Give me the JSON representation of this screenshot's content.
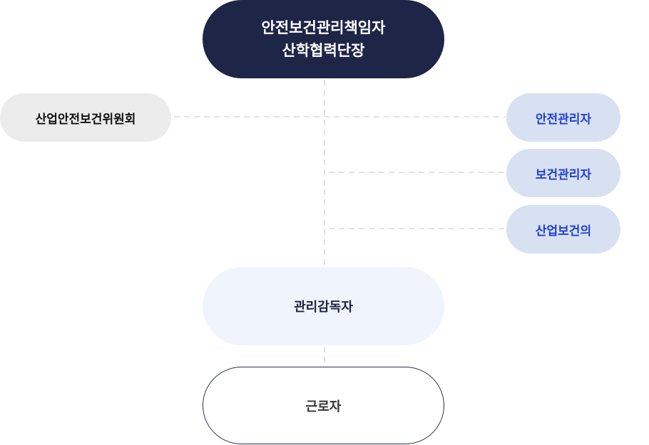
{
  "diagram": {
    "top_node": {
      "line1": "안전보건관리책임자",
      "line2": "산학협력단장"
    },
    "committee_node": {
      "label": "산업안전보건위원회"
    },
    "side_nodes": [
      {
        "label": "안전관리자"
      },
      {
        "label": "보건관리자"
      },
      {
        "label": "산업보건의"
      }
    ],
    "supervisor_node": {
      "label": "관리감독자"
    },
    "worker_node": {
      "label": "근로자"
    },
    "colors": {
      "top_bg": "#1f2547",
      "committee_bg": "#ececec",
      "side_bg": "#d8e1f1",
      "side_text": "#1f3fd6",
      "supervisor_bg": "#f0f5fd",
      "worker_border": "#2a2f52",
      "connector": "#e3e3e3"
    }
  }
}
